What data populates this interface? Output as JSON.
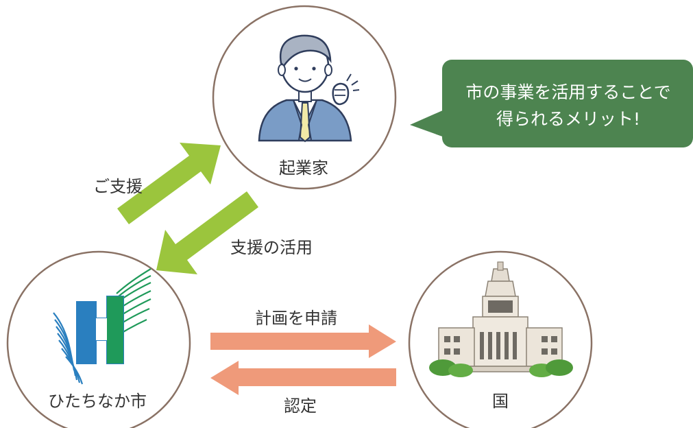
{
  "nodes": {
    "entrepreneur": {
      "label": "起業家",
      "icon": "businessman-icon"
    },
    "city": {
      "label": "ひたちなか市",
      "icon": "hitachinaka-logo-icon"
    },
    "nation": {
      "label": "国",
      "icon": "diet-building-icon"
    }
  },
  "arrows": {
    "support": {
      "label": "ご支援"
    },
    "use_support": {
      "label": "支援の活用"
    },
    "apply_plan": {
      "label": "計画を申請"
    },
    "certify": {
      "label": "認定"
    }
  },
  "callout": {
    "line1": "市の事業を活用することで",
    "line2": "得られるメリット!"
  },
  "colors": {
    "circle_border": "#8a7265",
    "green_arrow": "#9bc53d",
    "salmon_arrow": "#ef9a7a",
    "callout_bg": "#4d8450",
    "text": "#333333"
  }
}
